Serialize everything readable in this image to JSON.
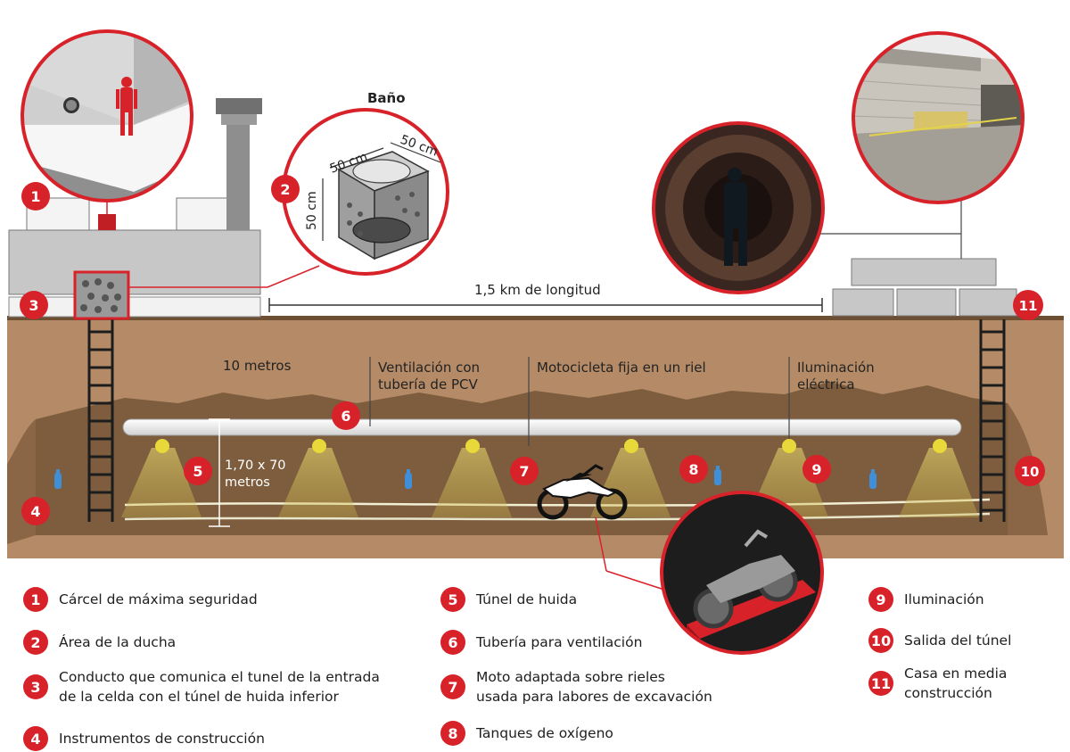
{
  "labels": {
    "bano": "Baño",
    "dim_top_left": "50 cm",
    "dim_top_right": "50 cm",
    "dim_side": "50 cm",
    "length": "1,5 km de longitud",
    "depth": "10 metros",
    "ventilation_1": "Ventilación con",
    "ventilation_2": "tubería de PCV",
    "moto": "Motocicleta fija en un riel",
    "light_1": "Iluminación",
    "light_2": "eléctrica",
    "tunnel_size_1": "1,70 x 70",
    "tunnel_size_2": "metros"
  },
  "badges": [
    "1",
    "2",
    "3",
    "4",
    "5",
    "6",
    "7",
    "8",
    "9",
    "10",
    "11"
  ],
  "legend": [
    {
      "num": "1",
      "lines": [
        "Cárcel de máxima seguridad"
      ]
    },
    {
      "num": "2",
      "lines": [
        "Área de la ducha"
      ]
    },
    {
      "num": "3",
      "lines": [
        "Conducto que comunica el tunel de la entrada",
        "de la celda con el túnel de huida inferior"
      ]
    },
    {
      "num": "4",
      "lines": [
        "Instrumentos de construcción"
      ]
    },
    {
      "num": "5",
      "lines": [
        "Túnel de huida"
      ]
    },
    {
      "num": "6",
      "lines": [
        "Tubería para ventilación"
      ]
    },
    {
      "num": "7",
      "lines": [
        "Moto adaptada sobre rieles",
        "usada para labores de excavación"
      ]
    },
    {
      "num": "8",
      "lines": [
        "Tanques de oxígeno"
      ]
    },
    {
      "num": "9",
      "lines": [
        "Iluminación"
      ]
    },
    {
      "num": "10",
      "lines": [
        "Salida del túnel"
      ]
    },
    {
      "num": "11",
      "lines": [
        "Casa en media",
        "construcción"
      ]
    }
  ],
  "colors": {
    "accent": "#d8222a",
    "soil": "#b48b66",
    "tunnel": "#7a5b3d",
    "concrete": "#c7c7c7",
    "light": "#e8d83a"
  }
}
